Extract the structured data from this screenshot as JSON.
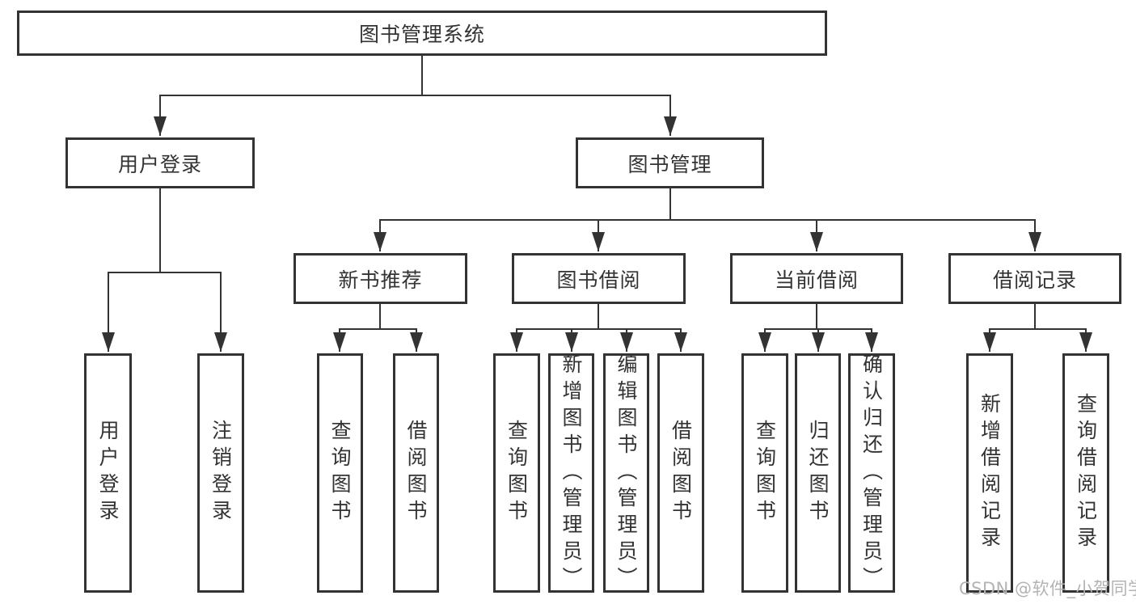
{
  "diagram": {
    "title": "图书管理系统",
    "level1": [
      {
        "label": "用户登录"
      },
      {
        "label": "图书管理"
      }
    ],
    "level2": [
      {
        "label": "新书推荐",
        "parent": "图书管理"
      },
      {
        "label": "图书借阅",
        "parent": "图书管理"
      },
      {
        "label": "当前借阅",
        "parent": "图书管理"
      },
      {
        "label": "借阅记录",
        "parent": "图书管理"
      }
    ],
    "leaves": [
      {
        "label": "用户登录",
        "parent": "用户登录"
      },
      {
        "label": "注销登录",
        "parent": "用户登录"
      },
      {
        "label": "查询图书",
        "parent": "新书推荐"
      },
      {
        "label": "借阅图书",
        "parent": "新书推荐"
      },
      {
        "label": "查询图书",
        "parent": "图书借阅"
      },
      {
        "label": "新增图书（管理员）",
        "parent": "图书借阅"
      },
      {
        "label": "编辑图书（管理员）",
        "parent": "图书借阅"
      },
      {
        "label": "借阅图书",
        "parent": "图书借阅"
      },
      {
        "label": "查询图书",
        "parent": "当前借阅"
      },
      {
        "label": "归还图书",
        "parent": "当前借阅"
      },
      {
        "label": "确认归还（管理员）",
        "parent": "当前借阅"
      },
      {
        "label": "新增借阅记录",
        "parent": "借阅记录"
      },
      {
        "label": "查询借阅记录",
        "parent": "借阅记录"
      }
    ]
  },
  "watermark": {
    "text": "CSDN @软件_小贺同学"
  },
  "colors": {
    "line": "#333333",
    "text": "#333333",
    "watermark": "#b3b3b3",
    "background": "#ffffff"
  }
}
